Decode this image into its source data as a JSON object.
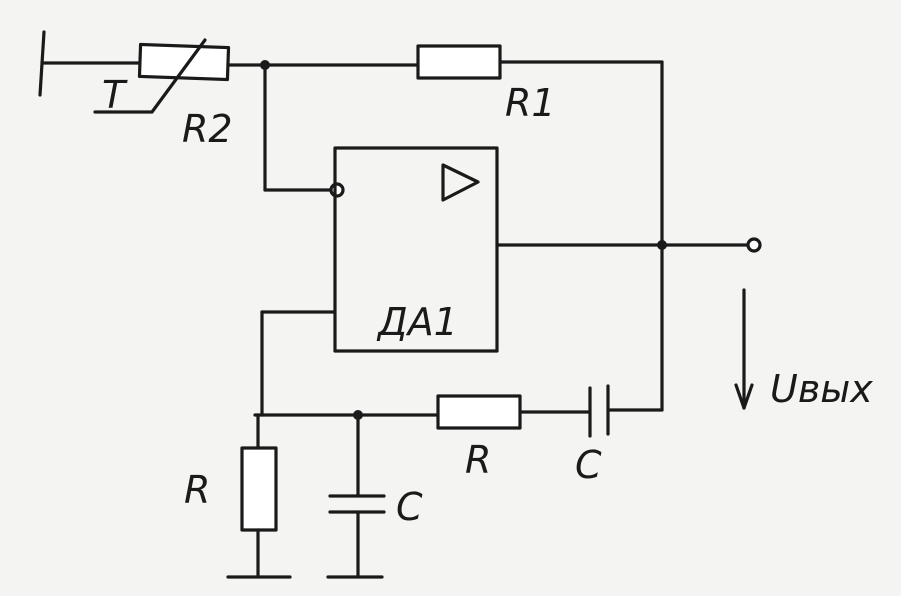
{
  "labels": {
    "r2": "R2",
    "t": "T",
    "r1": "R1",
    "opamp": "ДА1",
    "uout": "Uвых",
    "r_series": "R",
    "c_series": "C",
    "r_ground": "R",
    "c_ground": "C"
  },
  "colors": {
    "ink": "#1a1a1a",
    "paper": "#f4f4f2"
  },
  "icons": {
    "opamp_symbol": "triangle-icon",
    "thermistor": "thermistor-icon"
  }
}
